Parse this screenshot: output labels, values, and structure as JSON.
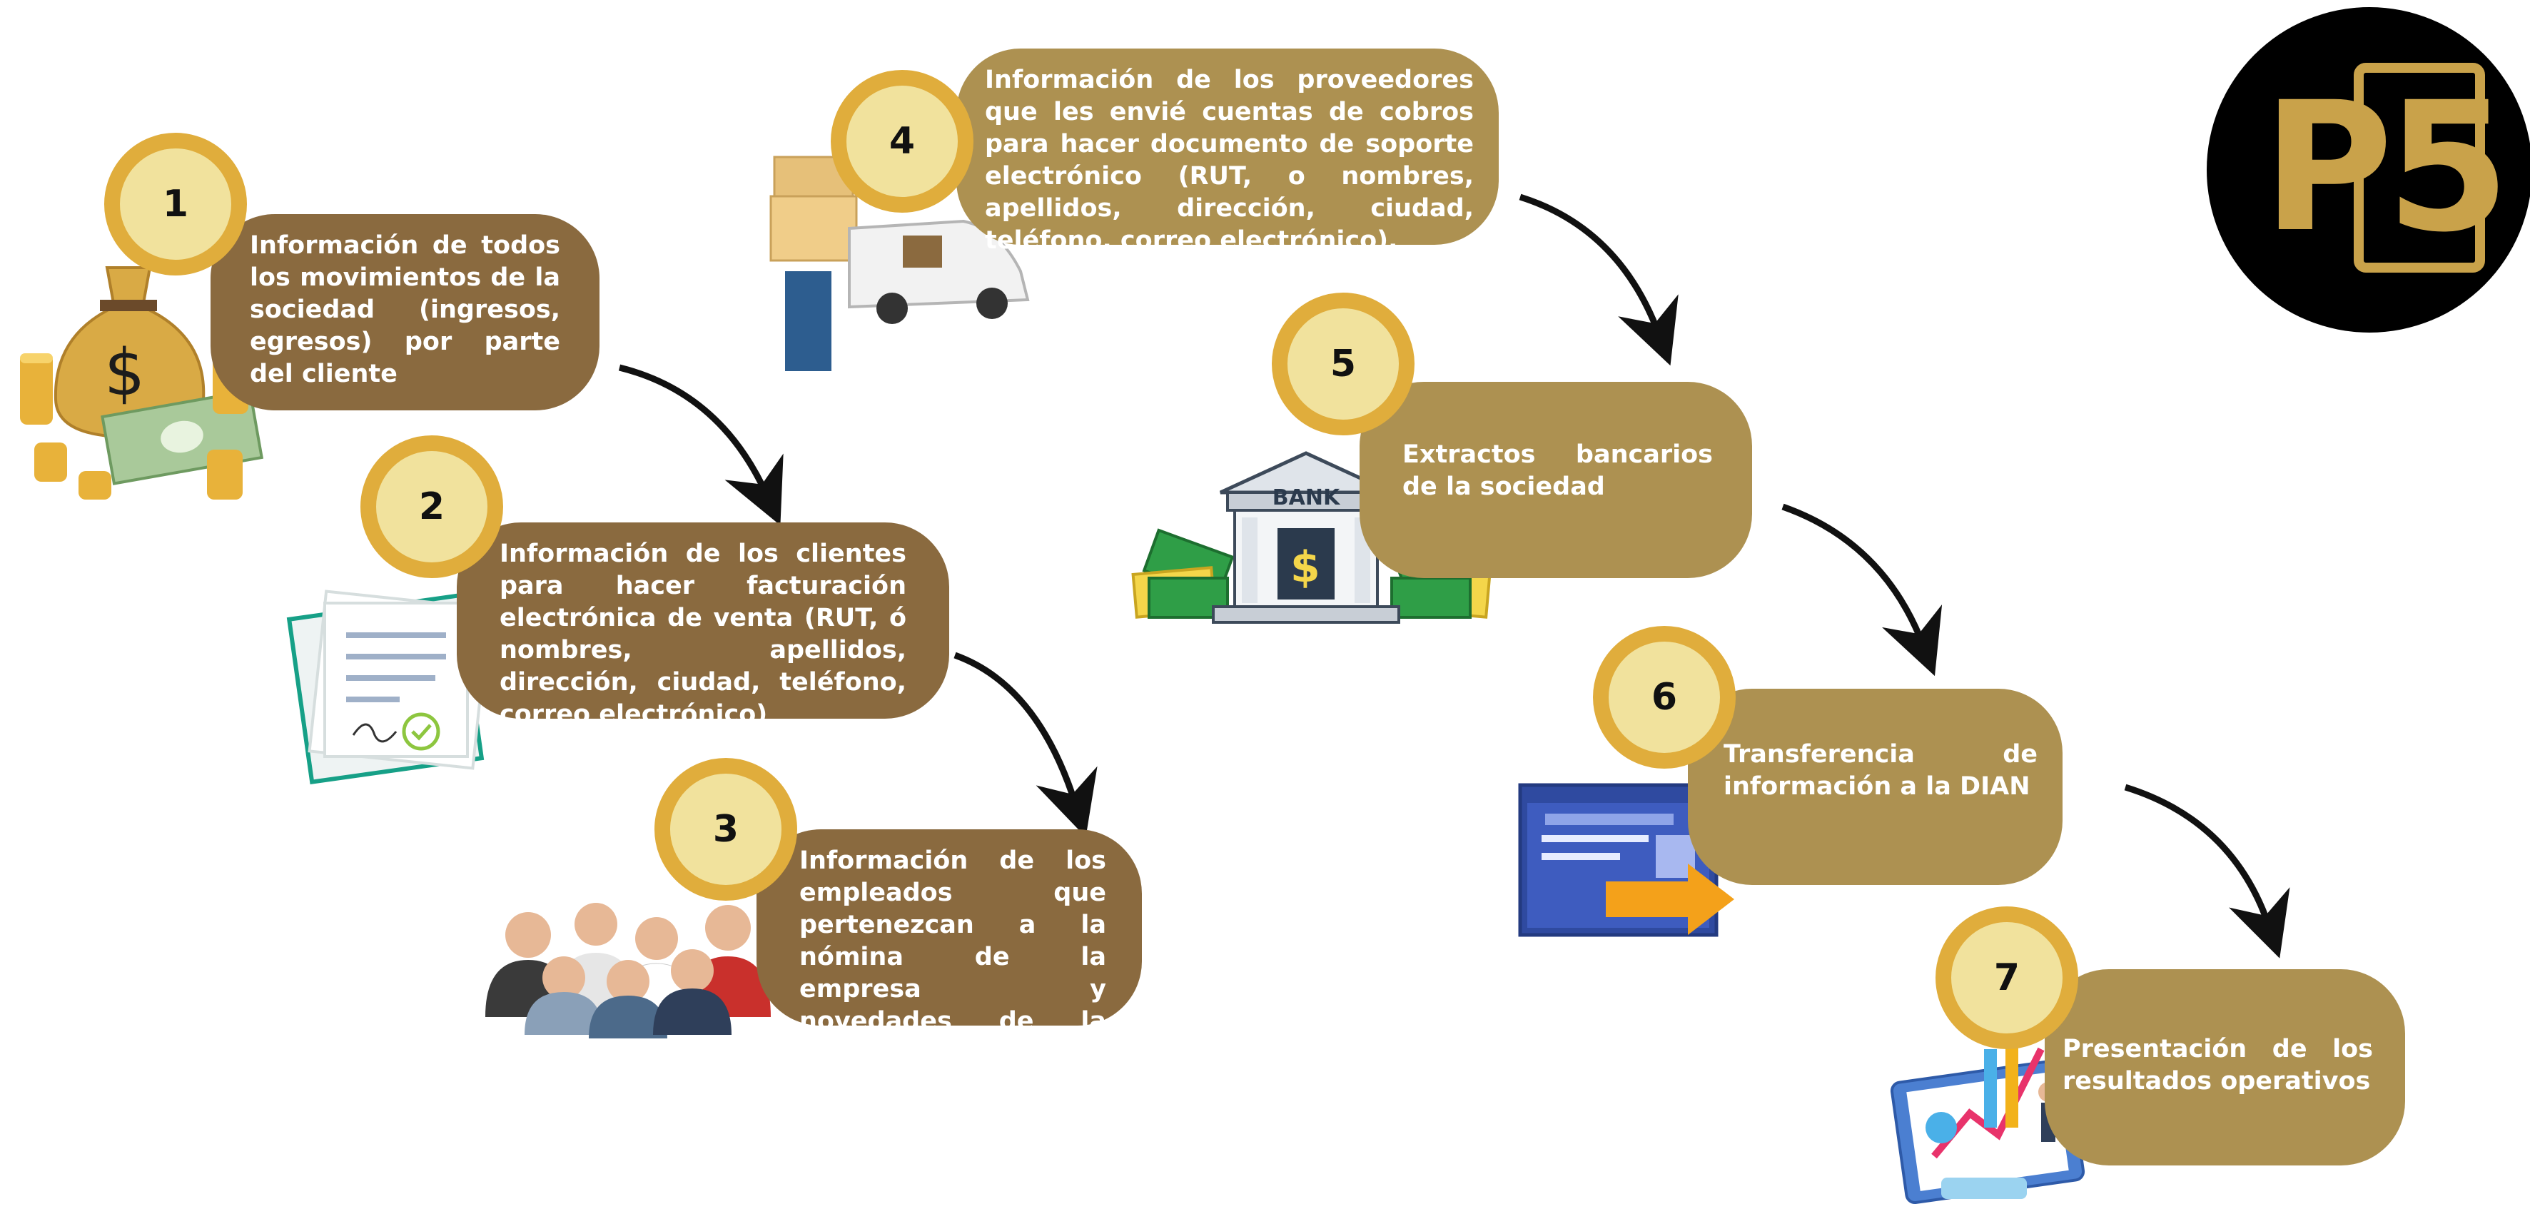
{
  "steps": [
    {
      "number": "1",
      "text": "Información de todos los movimientos de la sociedad (ingresos, egresos) por parte del cliente"
    },
    {
      "number": "2",
      "text": "Información de los clientes para hacer facturación electrónica de venta (RUT, ó nombres, apellidos, dirección, ciudad, teléfono, correo electrónico)"
    },
    {
      "number": "3",
      "text": "Información de los empleados que pertenezcan a la nómina de la empresa y novedades de la misma"
    },
    {
      "number": "4",
      "text": "Información de los proveedores que les envié cuentas de cobros para hacer documento de soporte electrónico (RUT, o nombres, apellidos, dirección, ciudad, teléfono, correo electrónico)."
    },
    {
      "number": "5",
      "text": "Extractos bancarios de la sociedad"
    },
    {
      "number": "6",
      "text": "Transferencia de información a la DIAN"
    },
    {
      "number": "7",
      "text": "Presentación de los resultados operativos"
    }
  ],
  "bank_sign": "BANK",
  "logo_text": "P5",
  "colors": {
    "pill_dark": "#8a6a3f",
    "pill_light": "#ad9151",
    "circle_fill": "#f1e29d",
    "circle_ring": "#e0ad3c",
    "gold": "#c9a24a"
  }
}
